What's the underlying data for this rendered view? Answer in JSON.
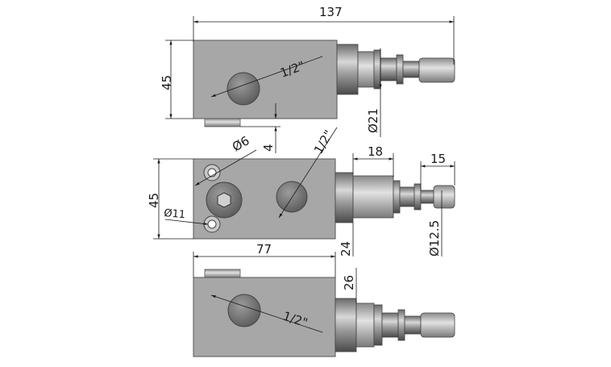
{
  "dimensions": {
    "overall_length": "137",
    "top_height": "45",
    "port_top": "1/2\"",
    "diameter_21": "Ø21",
    "offset_4": "4",
    "diameter_6": "Ø6",
    "port_middle": "1/2\"",
    "fitting_18": "18",
    "fitting_15": "15",
    "middle_height": "45",
    "diameter_11": "Ø11",
    "diameter_12_5": "Ø12.5",
    "width_24": "24",
    "block_77": "77",
    "offset_26": "26",
    "port_bottom": "1/2\""
  },
  "colors": {
    "body": "#a7a7a7",
    "fitting_dark": "#6e6e6e",
    "fitting_light": "#d0d0d0",
    "line": "#1a1a1a"
  }
}
